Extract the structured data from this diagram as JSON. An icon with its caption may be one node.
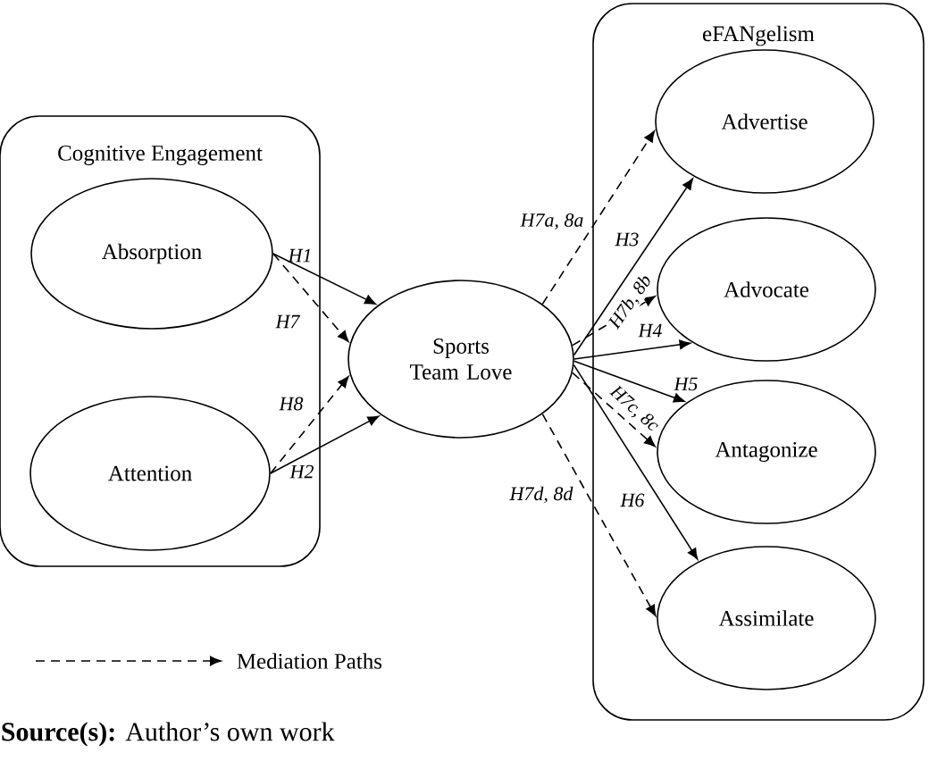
{
  "diagram": {
    "caption": "**Source(s):** Author’s own work",
    "nodes": [
      {
        "text": [
          "Cognitive Engagement"
        ]
      },
      {
        "text": [
          "Absorption"
        ],
        "in": 0
      },
      {
        "text": [
          "Attention"
        ],
        "in": 0
      },
      {
        "text": [
          "Sports Team Love"
        ]
      },
      {
        "text": [
          "eFANgelism"
        ]
      },
      {
        "text": [
          "Advertise"
        ],
        "in": 4
      },
      {
        "text": [
          "Advocate"
        ],
        "in": 4
      },
      {
        "text": [
          "Antagonize"
        ],
        "in": 4
      },
      {
        "text": [
          "Assimilate"
        ],
        "in": 4
      }
    ],
    "edges": [
      {
        "from": 1,
        "to": 3,
        "arrow": "to",
        "label": "H1"
      },
      {
        "from": 1,
        "to": 3,
        "arrow": "to",
        "label": "H7",
        "style": "dashed"
      },
      {
        "from": 2,
        "to": 3,
        "arrow": "to",
        "label": "H8",
        "style": "dashed"
      },
      {
        "from": 2,
        "to": 3,
        "arrow": "to",
        "label": "H2"
      },
      {
        "from": 3,
        "to": 5,
        "arrow": "to",
        "label": "H7a, 8a",
        "style": "dashed"
      },
      {
        "from": 3,
        "to": 5,
        "arrow": "to",
        "label": "H3"
      },
      {
        "from": 3,
        "to": 6,
        "arrow": "to",
        "label": "H7b, 8b",
        "style": "dashed"
      },
      {
        "from": 3,
        "to": 6,
        "arrow": "to",
        "label": "H4"
      },
      {
        "from": 3,
        "to": 7,
        "arrow": "to",
        "label": "H5"
      },
      {
        "from": 3,
        "to": 7,
        "arrow": "to",
        "label": "H7c, 8c",
        "style": "dashed"
      },
      {
        "from": 3,
        "to": 8,
        "arrow": "to",
        "label": "H6"
      },
      {
        "from": 3,
        "to": 8,
        "arrow": "to",
        "label": "H7d, 8d",
        "style": "dashed"
      }
    ],
    "legend": [
      {
        "text": "Mediation Paths"
      }
    ]
  }
}
